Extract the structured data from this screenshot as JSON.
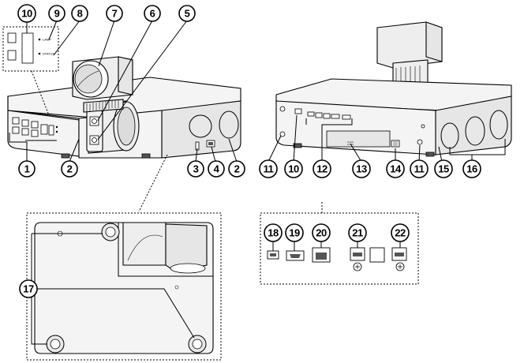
{
  "callouts": [
    {
      "id": "c1",
      "label": "1"
    },
    {
      "id": "c2a",
      "label": "2"
    },
    {
      "id": "c2b",
      "label": "2"
    },
    {
      "id": "c3",
      "label": "3"
    },
    {
      "id": "c4",
      "label": "4"
    },
    {
      "id": "c5",
      "label": "5"
    },
    {
      "id": "c6",
      "label": "6"
    },
    {
      "id": "c7",
      "label": "7"
    },
    {
      "id": "c8",
      "label": "8"
    },
    {
      "id": "c9",
      "label": "9"
    },
    {
      "id": "c10a",
      "label": "10"
    },
    {
      "id": "c10b",
      "label": "10"
    },
    {
      "id": "c11a",
      "label": "11"
    },
    {
      "id": "c11b",
      "label": "11"
    },
    {
      "id": "c12",
      "label": "12"
    },
    {
      "id": "c13",
      "label": "13"
    },
    {
      "id": "c14",
      "label": "14"
    },
    {
      "id": "c15",
      "label": "15"
    },
    {
      "id": "c16",
      "label": "16"
    },
    {
      "id": "c17",
      "label": "17"
    },
    {
      "id": "c18",
      "label": "18"
    },
    {
      "id": "c19",
      "label": "19"
    },
    {
      "id": "c20",
      "label": "20"
    },
    {
      "id": "c21",
      "label": "21"
    },
    {
      "id": "c22",
      "label": "22"
    }
  ],
  "panel_labels": {
    "lamp": "LAMP",
    "status": "STATUS"
  }
}
